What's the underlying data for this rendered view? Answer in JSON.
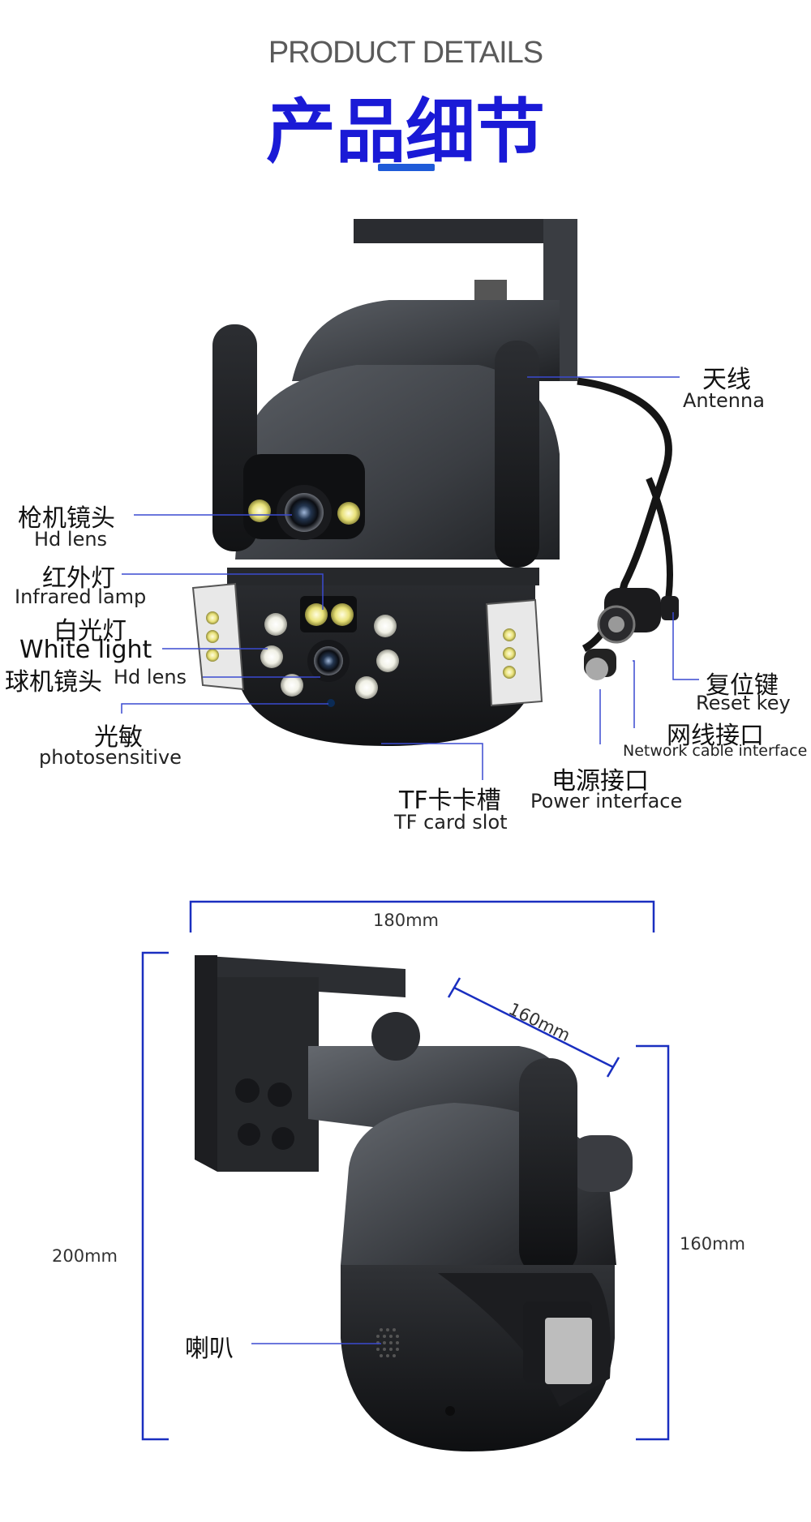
{
  "header": {
    "subtitle_en": "PRODUCT DETAILS",
    "title_cn": "产品细节"
  },
  "callouts": {
    "antenna": {
      "cn": "天线",
      "en": "Antenna"
    },
    "gun_lens": {
      "cn": "枪机镜头",
      "en": "Hd lens"
    },
    "infrared": {
      "cn": "红外灯",
      "en": "Infrared lamp"
    },
    "white_light": {
      "cn": "白光灯",
      "en": "White light"
    },
    "ball_lens": {
      "cn": "球机镜头",
      "en": "Hd lens"
    },
    "photosensitive": {
      "cn": "光敏",
      "en": "photosensitive"
    },
    "tf_slot": {
      "cn": "TF卡卡槽",
      "en": "TF card slot"
    },
    "power": {
      "cn": "电源接口",
      "en": "Power interface"
    },
    "network": {
      "cn": "网线接口",
      "en": "Network cable interface"
    },
    "reset": {
      "cn": "复位键",
      "en": "Reset key"
    },
    "speaker": {
      "cn": "喇叭"
    }
  },
  "dimensions": {
    "width": "180mm",
    "depth": "160mm",
    "height_total": "200mm",
    "height_body": "160mm"
  },
  "colors": {
    "title_blue": "#1a1ad6",
    "accent_bar": "#1f5bd8",
    "dim_line": "#1a2fc0",
    "callout_line": "#3a4ad0",
    "camera_body": "#3c3f44"
  }
}
